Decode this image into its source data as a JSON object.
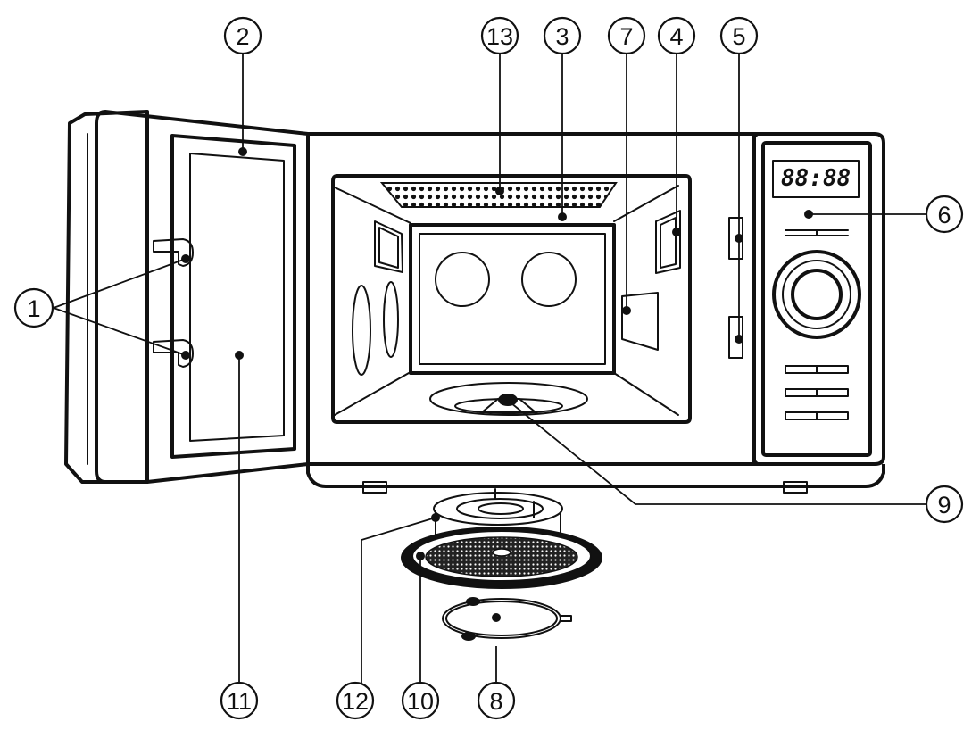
{
  "display": {
    "readout": "88:88"
  },
  "callouts": [
    {
      "id": "c1",
      "label": "1"
    },
    {
      "id": "c2",
      "label": "2"
    },
    {
      "id": "c3",
      "label": "3"
    },
    {
      "id": "c4",
      "label": "4"
    },
    {
      "id": "c5",
      "label": "5"
    },
    {
      "id": "c6",
      "label": "6"
    },
    {
      "id": "c7",
      "label": "7"
    },
    {
      "id": "c8",
      "label": "8"
    },
    {
      "id": "c9",
      "label": "9"
    },
    {
      "id": "c10",
      "label": "10"
    },
    {
      "id": "c11",
      "label": "11"
    },
    {
      "id": "c12",
      "label": "12"
    },
    {
      "id": "c13",
      "label": "13"
    }
  ]
}
